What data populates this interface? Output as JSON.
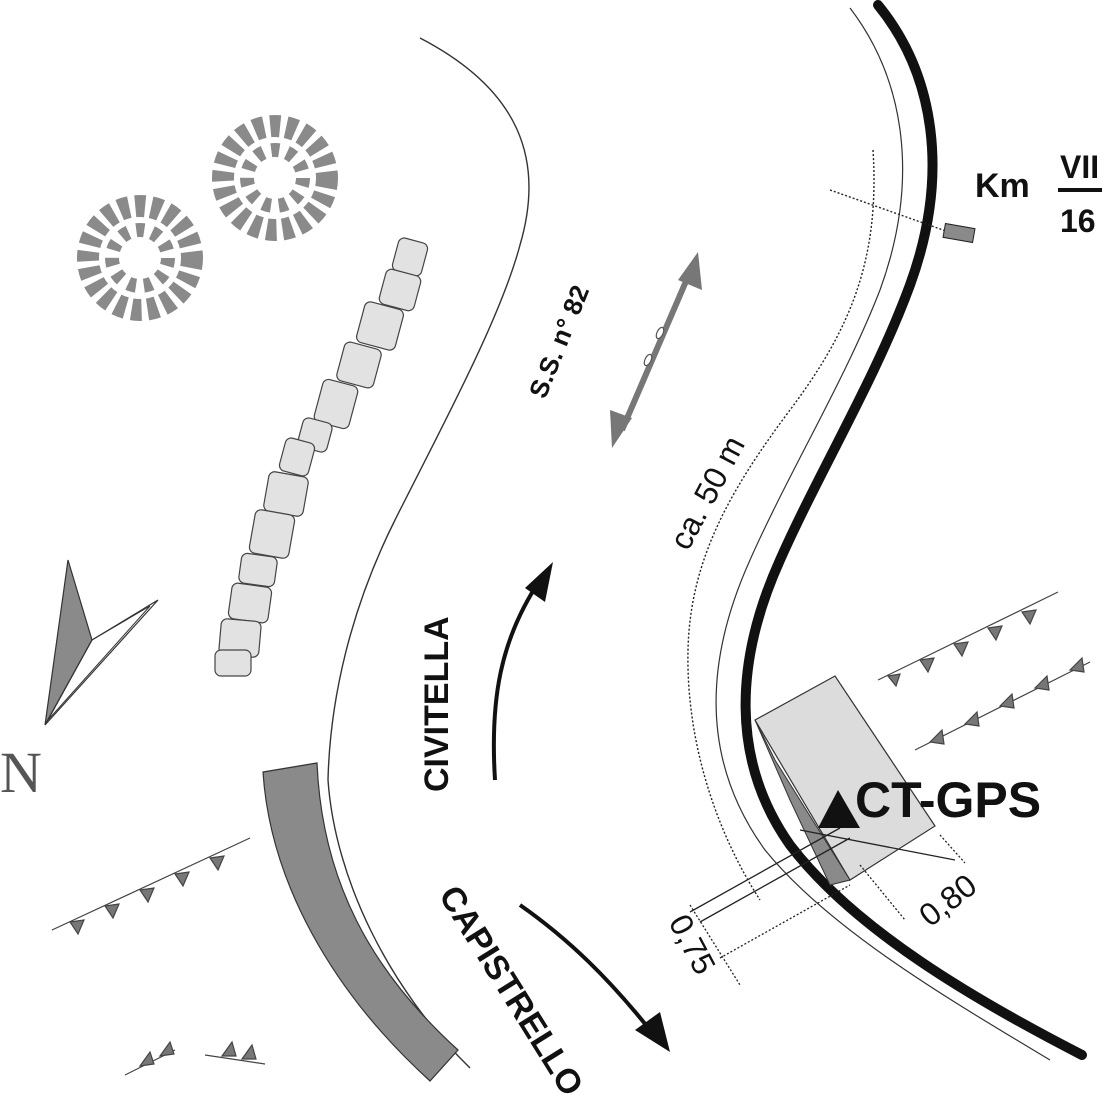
{
  "labels": {
    "road_name": "S.S. n° 82",
    "distance": "ca. 50 m",
    "direction_up": "CIVITELLA",
    "direction_down": "CAPISTRELLO",
    "station": "CT-GPS",
    "km_prefix": "Km",
    "km_roman": "VII",
    "km_number": "16",
    "offset_a": "0,80",
    "offset_b": "0,75",
    "north": "N"
  },
  "icons": {
    "north_arrow": "north-arrow-icon",
    "station_marker": "triangle-marker-icon",
    "tree": "tree-canopy-icon",
    "wall": "stone-wall-icon",
    "slope": "embankment-hatch-icon"
  },
  "colors": {
    "road_line": "#111111",
    "feature_gray": "#8a8a8a",
    "dark_gray": "#7a7a7a",
    "light_gray": "#dcdcdc",
    "background": "#ffffff"
  }
}
